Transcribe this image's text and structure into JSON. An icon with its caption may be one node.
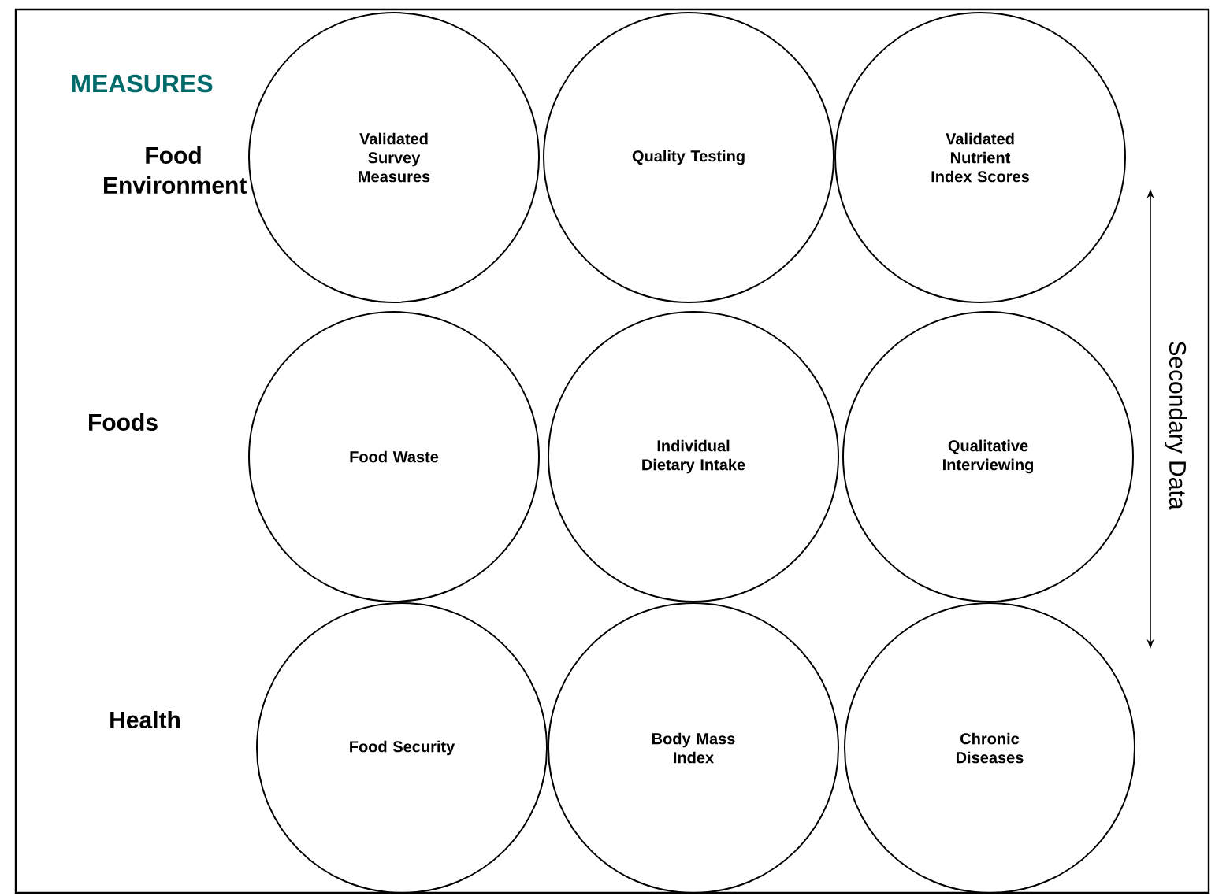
{
  "diagram": {
    "nodes": [
      {
        "text": [
          "Validated Survey Measures"
        ]
      },
      {
        "text": [
          "Quality Testing"
        ]
      },
      {
        "text": [
          "Validated Nutrient Index Scores"
        ]
      },
      {
        "text": [
          "Food Waste"
        ]
      },
      {
        "text": [
          "Individual Dietary Intake"
        ]
      },
      {
        "text": [
          "Qualitative Interviewing"
        ]
      },
      {
        "text": [
          "Food Security"
        ]
      },
      {
        "text": [
          "Body Mass Index"
        ]
      },
      {
        "text": [
          "Chronic Diseases"
        ]
      }
    ],
    "labels": [
      "MEASURES",
      "Food Environment",
      "Foods",
      "Health",
      "Secondary Data"
    ]
  }
}
